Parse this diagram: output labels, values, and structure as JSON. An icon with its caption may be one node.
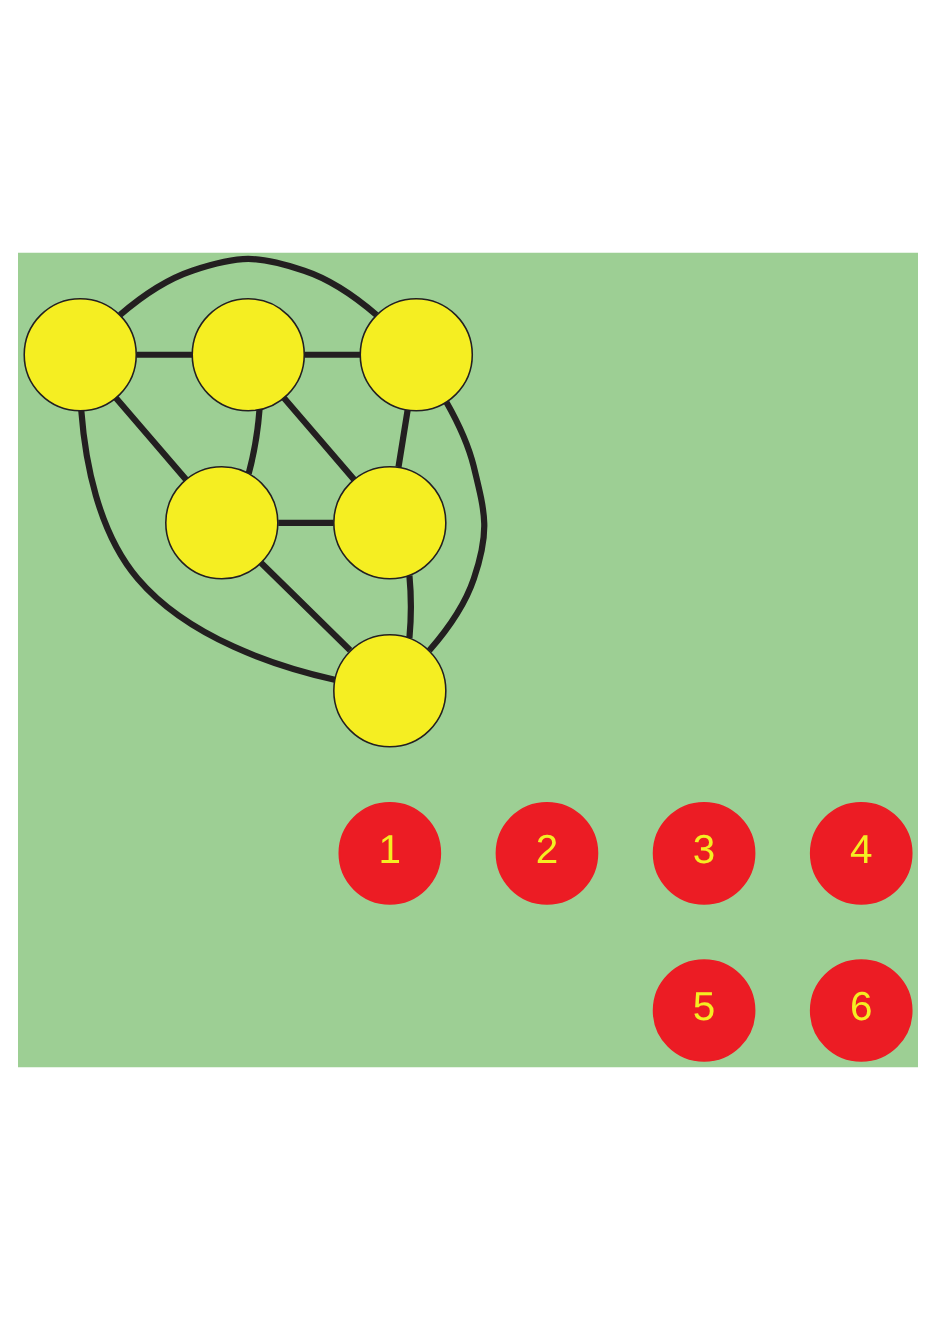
{
  "diagram": {
    "nodes": [
      {
        "text": [],
        "shape": "circle"
      },
      {
        "text": [],
        "shape": "circle"
      },
      {
        "text": [],
        "shape": "circle"
      },
      {
        "text": [],
        "shape": "circle"
      },
      {
        "text": [],
        "shape": "circle"
      },
      {
        "text": [],
        "shape": "circle"
      },
      {
        "text": [
          "1"
        ]
      },
      {
        "text": [
          "2"
        ]
      },
      {
        "text": [
          "3"
        ]
      },
      {
        "text": [
          "4"
        ]
      },
      {
        "text": [
          "5"
        ]
      },
      {
        "text": [
          "6"
        ]
      }
    ],
    "edges": [
      {
        "from": 0,
        "to": 2,
        "arrow": "none"
      },
      {
        "from": 0,
        "to": 1,
        "arrow": "none"
      },
      {
        "from": 1,
        "to": 2,
        "arrow": "none"
      },
      {
        "from": 0,
        "to": 3,
        "arrow": "none"
      },
      {
        "from": 2,
        "to": 4,
        "arrow": "none"
      },
      {
        "from": 1,
        "to": 3,
        "arrow": "none"
      },
      {
        "from": 1,
        "to": 4,
        "arrow": "none"
      },
      {
        "from": 3,
        "to": 4,
        "arrow": "none"
      },
      {
        "from": 0,
        "to": 5,
        "arrow": "none"
      },
      {
        "from": 2,
        "to": 5,
        "arrow": "none"
      },
      {
        "from": 3,
        "to": 5,
        "arrow": "none"
      },
      {
        "from": 4,
        "to": 5,
        "arrow": "none"
      }
    ]
  }
}
